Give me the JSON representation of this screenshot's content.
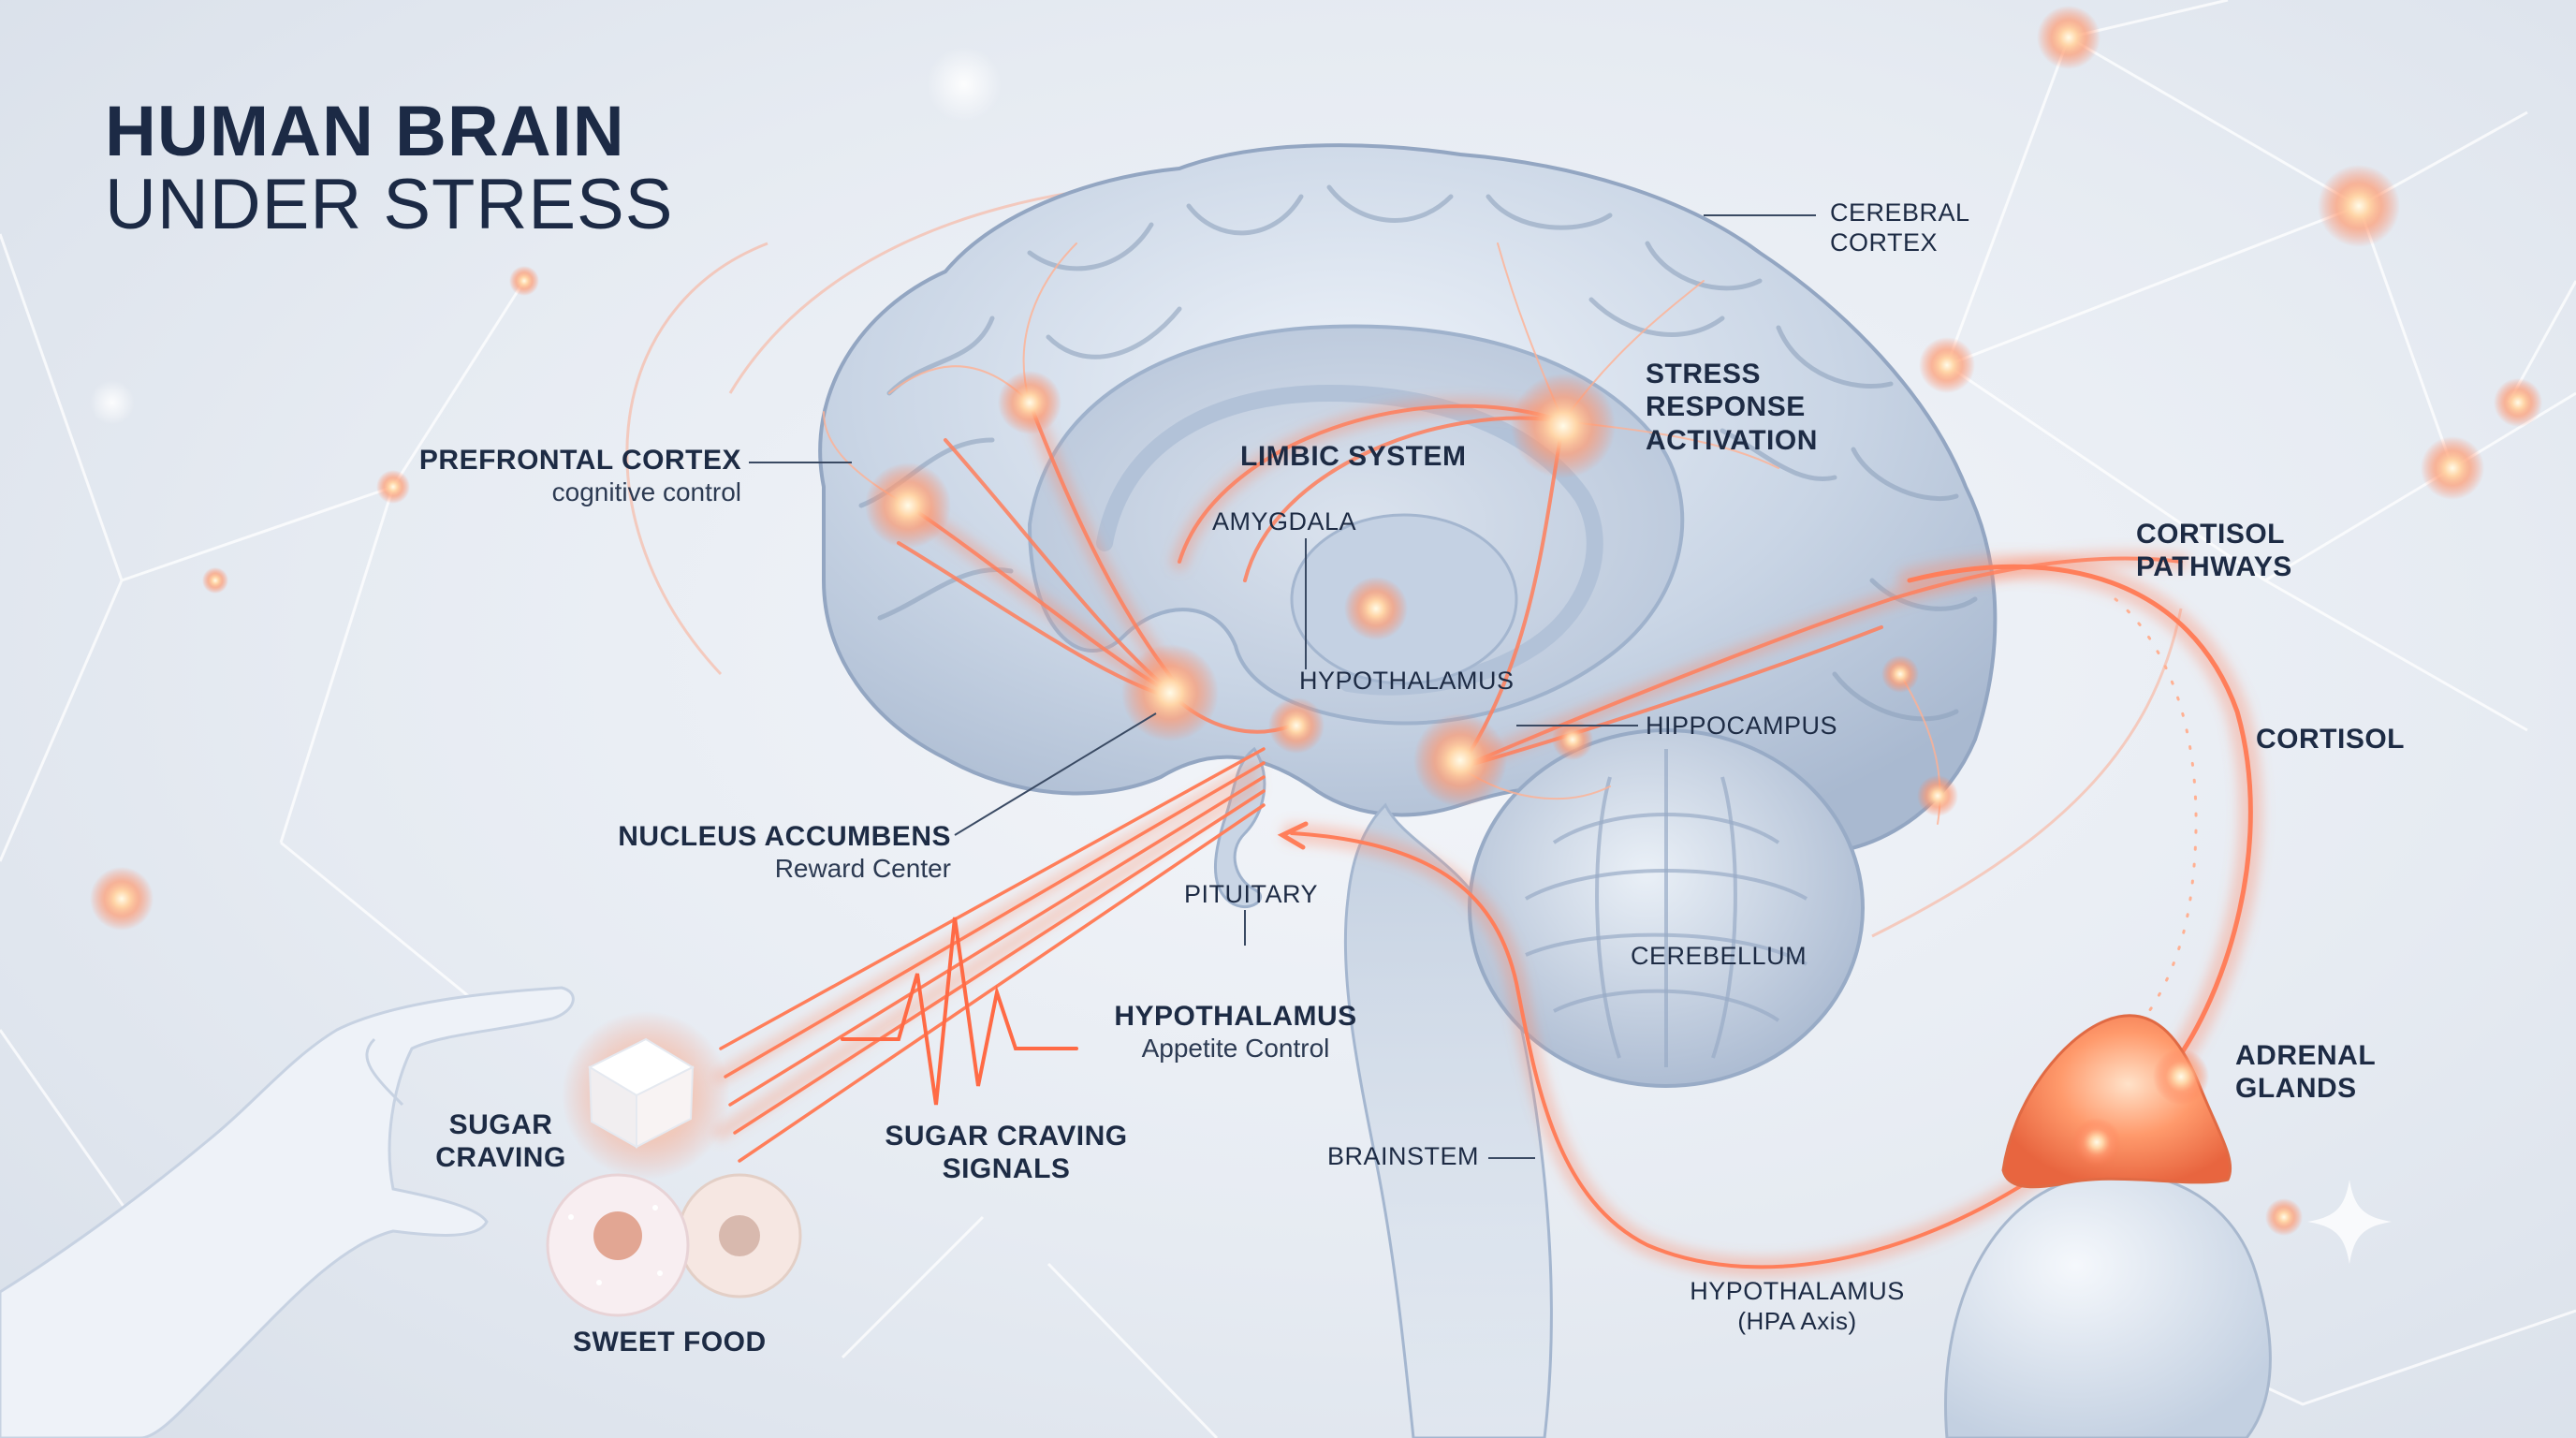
{
  "title": {
    "line1": "HUMAN BRAIN",
    "line2": "UNDER STRESS"
  },
  "labels": {
    "cerebral_cortex": [
      "CEREBRAL",
      "CORTEX"
    ],
    "stress_response": [
      "STRESS",
      "RESPONSE",
      "ACTIVATION"
    ],
    "limbic_system": "LIMBIC SYSTEM",
    "prefrontal_cortex": {
      "name": "PREFRONTAL CORTEX",
      "desc": "cognitive control"
    },
    "amygdala": "AMYGDALA",
    "hypothalamus_inner": "HYPOTHALAMUS",
    "hippocampus": "HIPPOCAMPUS",
    "cortisol_pathways": [
      "CORTISOL",
      "PATHWAYS"
    ],
    "cortisol": "CORTISOL",
    "nucleus_accumbens": {
      "name": "NUCLEUS ACCUMBENS",
      "desc": "Reward Center"
    },
    "pituitary": "PITUITARY",
    "hypothalamus_appetite": {
      "name": "HYPOTHALAMUS",
      "desc": "Appetite Control"
    },
    "cerebellum": "CEREBELLUM",
    "sugar_craving": [
      "SUGAR",
      "CRAVING"
    ],
    "sugar_craving_signals": [
      "SUGAR CRAVING",
      "SIGNALS"
    ],
    "brainstem": "BRAINSTEM",
    "adrenal_glands": [
      "ADRENAL",
      "GLANDS"
    ],
    "hpa_axis": [
      "HYPOTHALAMUS",
      "(HPA Axis)"
    ],
    "sweet_food": "SWEET FOOD"
  },
  "colors": {
    "background": "#e6ebf2",
    "brain": "#c7d3e3",
    "brain_shadow": "#9fb0c8",
    "glow": "#ff7a55",
    "glow_core": "#fff3d9",
    "text": "#1d2b44"
  }
}
